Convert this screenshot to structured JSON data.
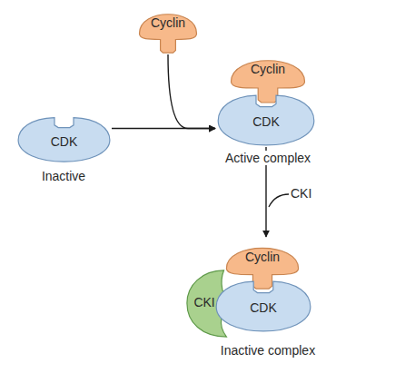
{
  "diagram": {
    "nodes": [
      {
        "text": [
          "Cyclin"
        ]
      },
      {
        "text": [
          "CDK"
        ]
      },
      {
        "text": [
          "Cyclin"
        ]
      },
      {
        "text": [
          "CDK"
        ]
      },
      {
        "text": [
          "CKI"
        ]
      },
      {
        "text": [
          "Cyclin"
        ]
      },
      {
        "text": [
          "CDK"
        ]
      }
    ],
    "edges": [
      {
        "from": 1,
        "to": 3,
        "arrow": "to"
      },
      {
        "from": 0,
        "to": 3,
        "arrow": "to"
      },
      {
        "from": 3,
        "to": 5,
        "label": "CKI",
        "arrow": "to"
      }
    ],
    "labels": [
      "Inactive",
      "Active complex",
      "Inactive complex"
    ]
  }
}
